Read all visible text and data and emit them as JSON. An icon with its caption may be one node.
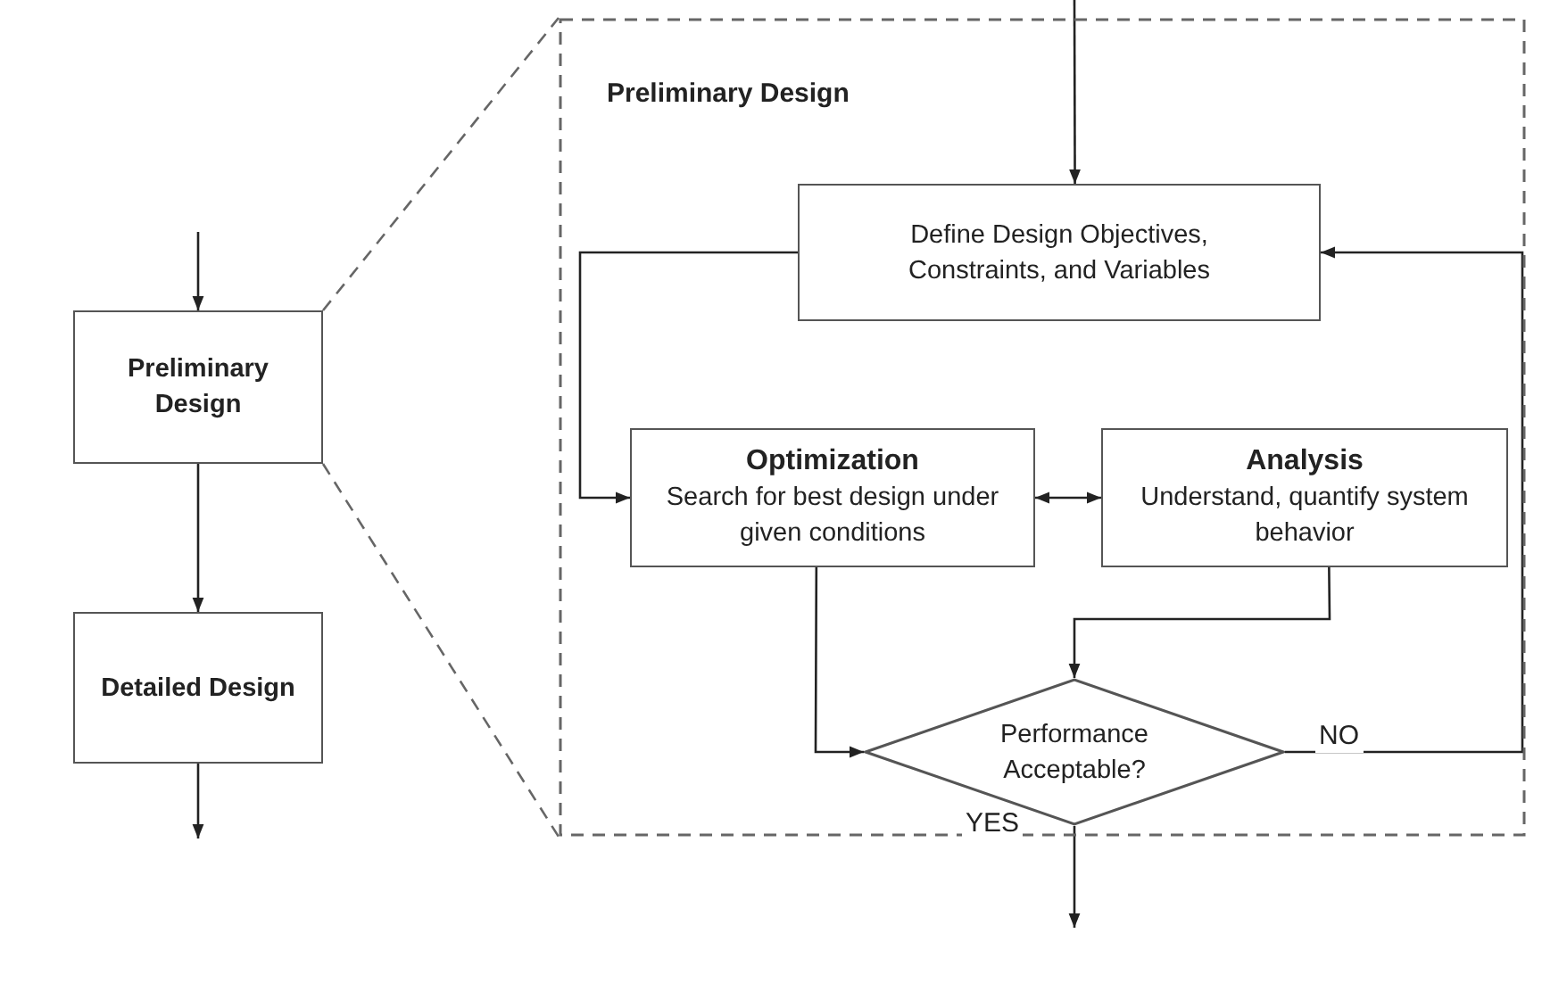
{
  "diagram": {
    "nodes": [
      {
        "text": [
          "Preliminary Design"
        ]
      },
      {
        "text": [
          "Detailed Design"
        ]
      },
      {
        "text": [
          "Preliminary Design"
        ]
      },
      {
        "text": [
          "Define Design Objectives, Constraints, and Variables"
        ],
        "in": 2
      },
      {
        "text": [
          "Optimization",
          "Search for best design under given conditions"
        ],
        "in": 2
      },
      {
        "text": [
          "Analysis",
          "Understand, quantify system behavior"
        ],
        "in": 2
      },
      {
        "text": [
          "Performance Acceptable?"
        ],
        "in": 2
      }
    ],
    "edges": [
      {
        "from": null,
        "to": 0,
        "arrow": "to"
      },
      {
        "from": 0,
        "to": 1,
        "arrow": "to"
      },
      {
        "from": 1,
        "to": null,
        "arrow": "to"
      },
      {
        "from": 0,
        "to": 2,
        "arrow": "none",
        "style": "dashed",
        "color": "#666666"
      },
      {
        "from": 0,
        "to": 2,
        "arrow": "none",
        "style": "dashed",
        "color": "#666666"
      },
      {
        "from": null,
        "to": 3,
        "arrow": "to"
      },
      {
        "from": 3,
        "to": 4,
        "arrow": "to"
      },
      {
        "from": 4,
        "to": 5,
        "arrow": "both"
      },
      {
        "from": 5,
        "to": 6,
        "arrow": "to"
      },
      {
        "from": 4,
        "to": 6,
        "arrow": "to"
      },
      {
        "from": 6,
        "to": 3,
        "arrow": "to",
        "label": "NO"
      },
      {
        "from": 6,
        "to": null,
        "arrow": "to",
        "label": "YES"
      }
    ]
  }
}
